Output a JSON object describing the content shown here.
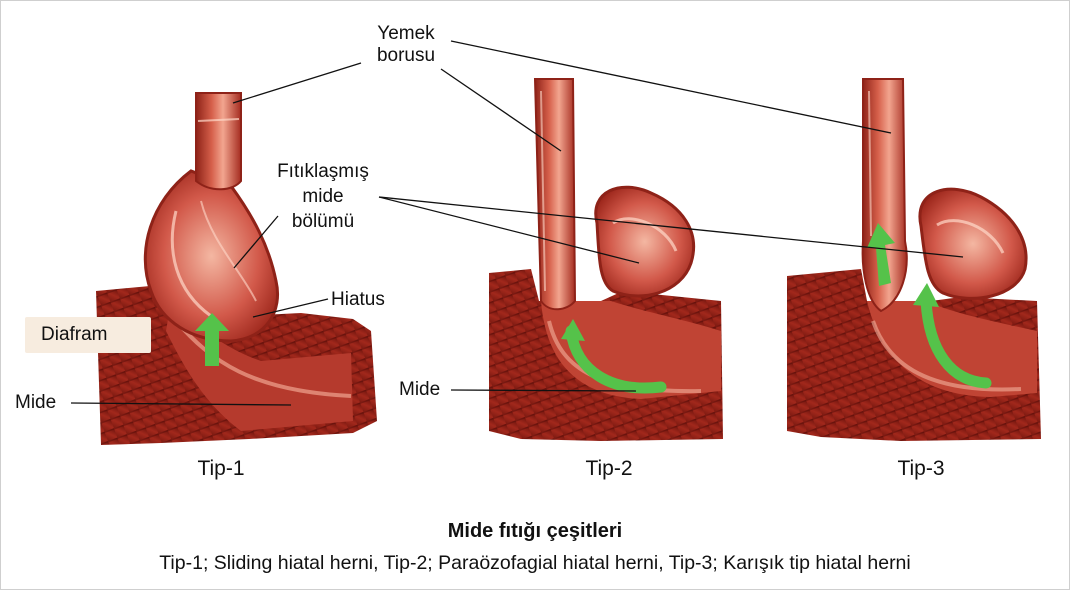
{
  "labels": {
    "esophagus": "Yemek\nborusu",
    "herniated_1": "Fıtıklaşmış",
    "herniated_2": "mide",
    "herniated_3": "bölümü",
    "hiatus": "Hiatus",
    "diaphragm": "Diafram",
    "stomach_1": "Mide",
    "stomach_2": "Mide"
  },
  "types": [
    "Tip-1",
    "Tip-2",
    "Tip-3"
  ],
  "caption": {
    "title": "Mide fıtığı çeşitleri",
    "subtitle": "Tip-1; Sliding hiatal herni, Tip-2; Paraözofagial hiatal herni, Tip-3; Karışık tip hiatal herni"
  },
  "colors": {
    "tissue_dark": "#7a1a12",
    "tissue_mid": "#b5362a",
    "tissue_light": "#e8836e",
    "lining": "#f3c7b4",
    "arrow": "#55c24a"
  }
}
